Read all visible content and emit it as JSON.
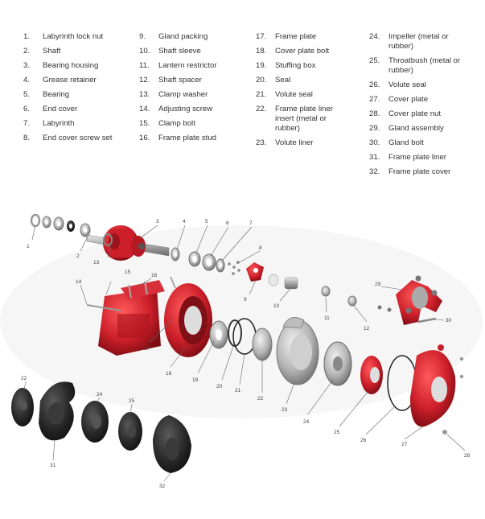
{
  "legend": {
    "columns": [
      [
        {
          "num": "1.",
          "text": "Labyrinth lock nut"
        },
        {
          "num": "2.",
          "text": "Shaft"
        },
        {
          "num": "3.",
          "text": "Bearing housing"
        },
        {
          "num": "4.",
          "text": "Grease retainer"
        },
        {
          "num": "5.",
          "text": "Bearing"
        },
        {
          "num": "6.",
          "text": "End cover"
        },
        {
          "num": "7.",
          "text": "Labyrinth"
        },
        {
          "num": "8.",
          "text": "End cover screw set"
        }
      ],
      [
        {
          "num": "9.",
          "text": "Gland packing"
        },
        {
          "num": "10.",
          "text": "Shaft sleeve"
        },
        {
          "num": "11.",
          "text": "Lantern restrictor"
        },
        {
          "num": "12.",
          "text": "Shaft spacer"
        },
        {
          "num": "13.",
          "text": "Clamp washer"
        },
        {
          "num": "14.",
          "text": "Adjusting screw"
        },
        {
          "num": "15.",
          "text": "Clamp bolt"
        },
        {
          "num": "16.",
          "text": "Frame plate stud"
        }
      ],
      [
        {
          "num": "17.",
          "text": "Frame plate"
        },
        {
          "num": "18.",
          "text": "Cover plate bolt"
        },
        {
          "num": "19.",
          "text": "Stuffing box"
        },
        {
          "num": "20.",
          "text": "Seal"
        },
        {
          "num": "21.",
          "text": "Volute seal"
        },
        {
          "num": "22.",
          "text": "Frame plate liner insert (metal or rubber)"
        },
        {
          "num": "23.",
          "text": "Volute liner"
        }
      ],
      [
        {
          "num": "24.",
          "text": "Impeller (metal or rubber)"
        },
        {
          "num": "25.",
          "text": "Throatbush (metal or rubber)"
        },
        {
          "num": "26.",
          "text": "Volute seal"
        },
        {
          "num": "27.",
          "text": "Cover plate"
        },
        {
          "num": "28.",
          "text": "Cover plate nut"
        },
        {
          "num": "29.",
          "text": "Gland assembly"
        },
        {
          "num": "30.",
          "text": "Gland bolt"
        },
        {
          "num": "31.",
          "text": "Frame plate liner"
        },
        {
          "num": "32.",
          "text": "Frame plate cover"
        }
      ]
    ]
  },
  "callouts": {
    "c1": "1",
    "c2": "2",
    "c3": "3",
    "c4": "4",
    "c5": "5",
    "c6": "6",
    "c7": "7",
    "c8": "8",
    "c9": "9",
    "c10": "10",
    "c11": "11",
    "c12": "12",
    "c13": "13",
    "c14": "14",
    "c15": "15",
    "c16": "16",
    "c17": "17",
    "c18": "18",
    "c19": "19",
    "c20": "20",
    "c21": "21",
    "c22": "22",
    "c22b": "22",
    "c23": "23",
    "c24": "24",
    "c24b": "24",
    "c25": "25",
    "c25b": "25",
    "c26": "26",
    "c27": "27",
    "c28": "28",
    "c29": "29",
    "c30": "30",
    "c31": "31",
    "c32": "32"
  },
  "colors": {
    "red": "#cc1f2a",
    "dark_red": "#8e1118",
    "steel": "#b9b9b9",
    "dark_steel": "#7a7a7a",
    "rubber": "#262626",
    "line": "#666666"
  }
}
